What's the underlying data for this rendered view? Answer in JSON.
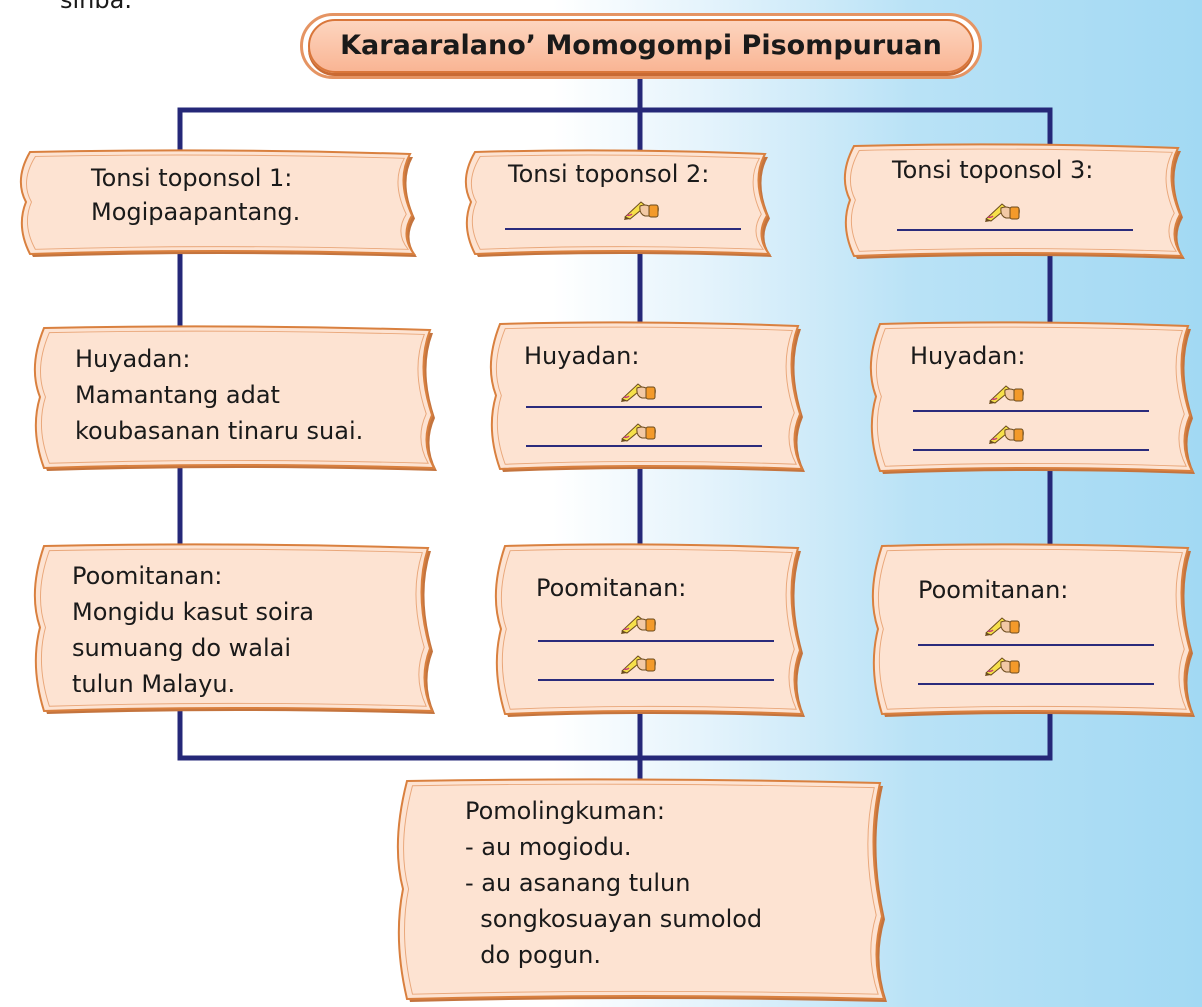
{
  "top_fragment": "sinba.",
  "title": "Karaaralano’ Momogompi Pisompuruan",
  "columns": [
    {
      "heading": [
        "Tonsi toponsol 1:",
        "Mogipaapantang."
      ],
      "huyadan": [
        "Huyadan:",
        "Mamantang adat",
        "koubasanan tinaru suai."
      ],
      "poomitanan": [
        "Poomitanan:",
        "Mongidu kasut soira",
        "sumuang do walai",
        "tulun Malayu."
      ]
    },
    {
      "heading": [
        "Tonsi toponsol 2:"
      ],
      "huyadan": [
        "Huyadan:"
      ],
      "poomitanan": [
        "Poomitanan:"
      ]
    },
    {
      "heading": [
        "Tonsi toponsol 3:"
      ],
      "huyadan": [
        "Huyadan:"
      ],
      "poomitanan": [
        "Poomitanan:"
      ]
    }
  ],
  "conclusion": [
    "Pomolingkuman:",
    "- au mogiodu.",
    "- au asanang tulun",
    "  songkosuayan sumolod",
    "  do pogun."
  ],
  "icons": {
    "blank": "pencil-hand-icon"
  },
  "colors": {
    "box_fill": "#fde3d2",
    "box_border": "#d9803f",
    "line": "#252878"
  }
}
